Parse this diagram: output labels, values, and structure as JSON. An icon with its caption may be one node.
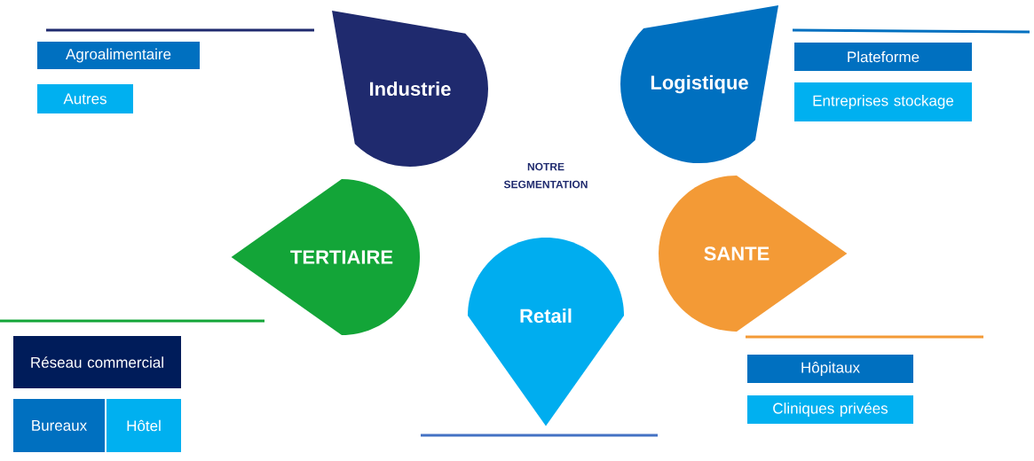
{
  "diagram": {
    "title": "NOTRE SEGMENTATION",
    "nodes": [
      {
        "text": [
          "Industrie"
        ]
      },
      {
        "text": [
          "Logistique"
        ]
      },
      {
        "text": [
          "TERTIAIRE"
        ]
      },
      {
        "text": [
          "SANTE"
        ]
      },
      {
        "text": [
          "Retail"
        ]
      },
      {
        "text": [
          "Agroalimentaire"
        ]
      },
      {
        "text": [
          "Autres"
        ]
      },
      {
        "text": [
          "Plateforme"
        ]
      },
      {
        "text": [
          "Entreprises stockage"
        ]
      },
      {
        "text": [
          "Réseau commercial"
        ]
      },
      {
        "text": [
          "Bureaux"
        ]
      },
      {
        "text": [
          "Hôtel"
        ]
      },
      {
        "text": [
          "Hôpitaux"
        ]
      },
      {
        "text": [
          "Cliniques privées"
        ]
      }
    ]
  }
}
